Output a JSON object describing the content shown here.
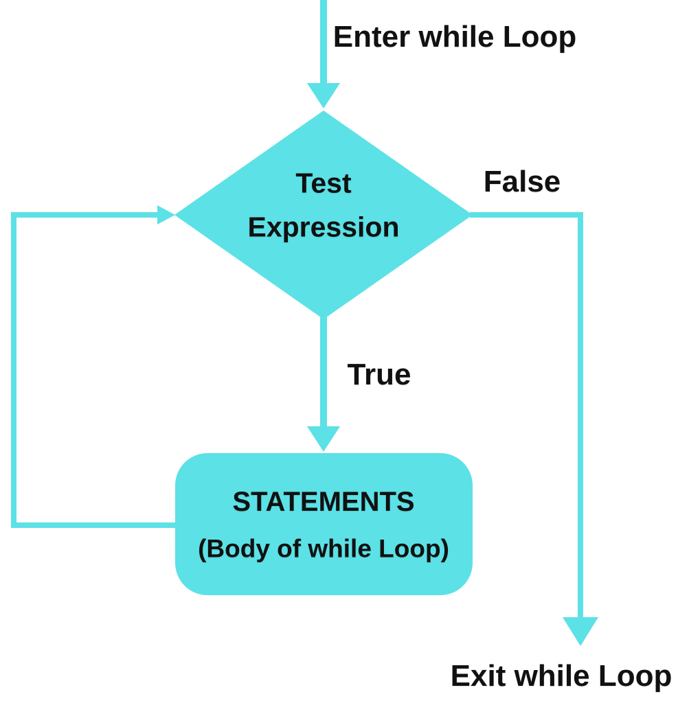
{
  "flowchart": {
    "background_color": "#ffffff",
    "accent_color": "#5ce1e6",
    "text_color": "#111111",
    "entry_label": "Enter while Loop",
    "decision": {
      "line1": "Test",
      "line2": "Expression"
    },
    "branch_false_label": "False",
    "branch_true_label": "True",
    "process": {
      "line1": "STATEMENTS",
      "line2": "(Body of while Loop)"
    },
    "exit_label": "Exit while Loop"
  }
}
